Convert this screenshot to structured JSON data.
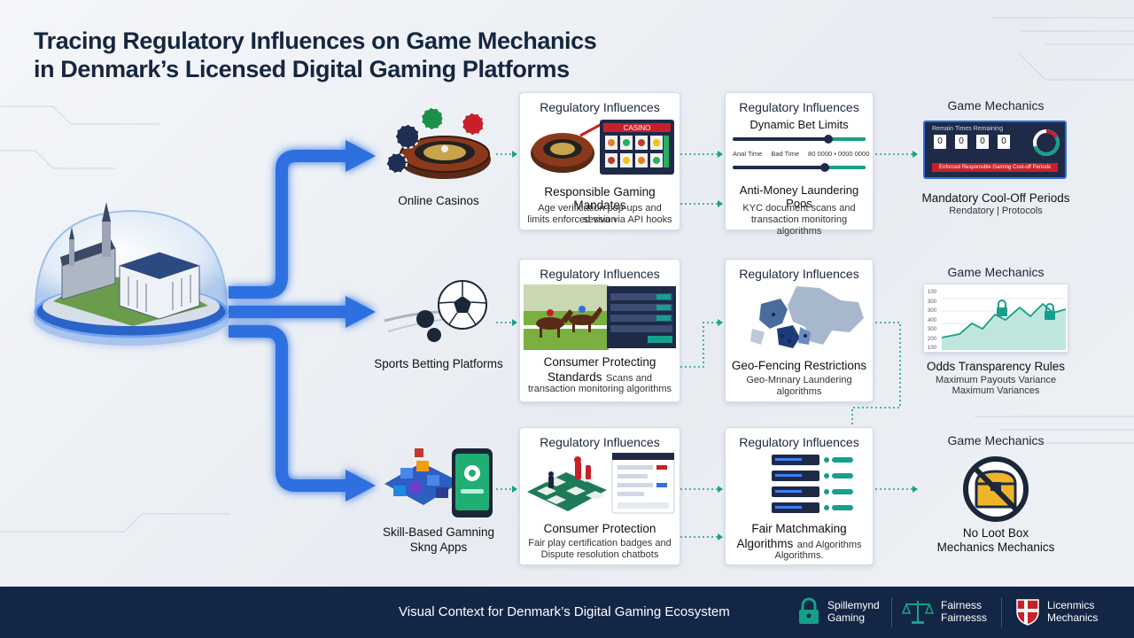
{
  "title": {
    "line1": "Tracing Regulatory Influences on Game Mechanics",
    "line2": "in Denmark’s Licensed Digital Gaming Platforms"
  },
  "colors": {
    "navy": "#142646",
    "flow_blue": "#2f6fe0",
    "teal": "#16a08a",
    "alert_red": "#c8202a",
    "panel_white": "#ffffff"
  },
  "categories": [
    {
      "label": "Online Casinos"
    },
    {
      "label": "Sports Betting Platforms"
    },
    {
      "label_line1": "Skill-Based Gamning",
      "label_line2": "Skng Apps"
    }
  ],
  "rows": [
    {
      "reg1": {
        "head": "Regulatory Influences",
        "label": "Responsible Gaming Mandates",
        "sub1": "Age verification pop-ups and session",
        "sub2": "limits enforced viva via API hooks",
        "screen_title": "CASINO"
      },
      "reg2": {
        "head": "Regulatory Influences",
        "label_top": "Dynamic Bet Limits",
        "slider1_left": "Anal Time",
        "slider1_mid": "Bad Time",
        "slider1_right": "80 0000 • 0000 0000",
        "label": "Anti-Money Laundering Poos",
        "sub1": "KYC document scans and",
        "sub2": "transaction monitoring algorithms"
      },
      "game": {
        "head": "Game Mechanics",
        "panel_caption": "Remain Times  Remaining",
        "digits": [
          "0",
          "0",
          "0",
          "0"
        ],
        "panel_warning": "Enforced Responsible Gaming Cool-off Periods",
        "label": "Mandatory Cool-Off Periods",
        "sub": "Rendatory | Protocols"
      }
    },
    {
      "reg1": {
        "head": "Regulatory Influences",
        "label1": "Consumer Protecting",
        "label2": "Standards",
        "label2_tail": "Scans and",
        "sub": "transaction monitoring algorithms"
      },
      "reg2": {
        "head": "Regulatory Influences",
        "label": "Geo-Fencing Restrictions",
        "sub1": "Geo-Mnnary Laundering",
        "sub2": "algorithms"
      },
      "game": {
        "head": "Game Mechanics",
        "chart_ticks": [
          "100",
          "300",
          "300",
          "400",
          "300",
          "200",
          "100"
        ],
        "label": "Odds Transparency Rules",
        "sub1": "Maximum Payouts Variance",
        "sub2": "Maximum Variances"
      }
    },
    {
      "reg1": {
        "head": "Regulatory Influences",
        "label": "Consumer Protection",
        "sub1": "Fair play certification badges and",
        "sub2": "Dispute resolution chatbots"
      },
      "reg2": {
        "head": "Regulatory Influences",
        "label1": "Fair Matchmaking",
        "label2": "Algorithms",
        "label2_tail": "and Algorithms",
        "sub": "Algorithms."
      },
      "game": {
        "head": "Game Mechanics",
        "label1": "No Loot Box",
        "label2": "Mechanics Mechanics"
      }
    }
  ],
  "footer": {
    "text": "Visual Context for Denmark’s Digital Gaming Ecosystem",
    "badges": [
      {
        "icon": "padlock-icon",
        "line1": "Spillemynd",
        "line2": "Gaming"
      },
      {
        "icon": "balance-scale-icon",
        "line1": "Fairness",
        "line2": "Fairnesss"
      },
      {
        "icon": "danish-shield-icon",
        "line1": "Licenmics",
        "line2": "Mechanics"
      }
    ]
  }
}
